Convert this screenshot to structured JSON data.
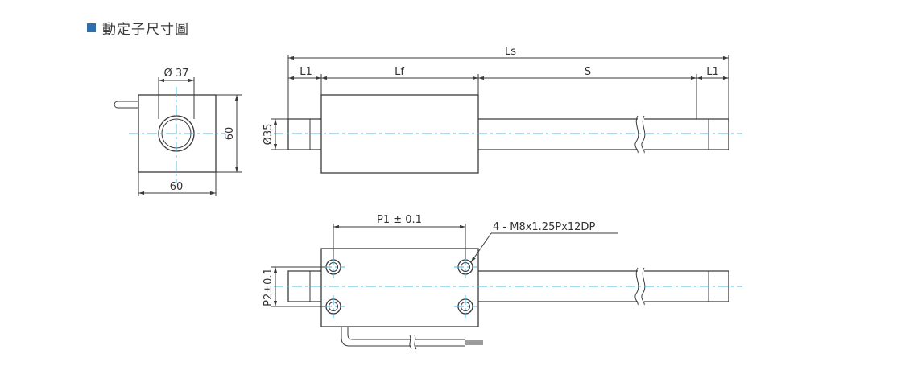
{
  "heading": {
    "title": "動定子尺寸圖",
    "bullet_color": "#2f6fae"
  },
  "colors": {
    "outline": "#3a3a3a",
    "centerline": "#49b8e6"
  },
  "dimensions": {
    "end_view": {
      "diameter": "Ø 37",
      "height": "60",
      "width": "60"
    },
    "side_view": {
      "overall_length": "Ls",
      "end_length_left": "L1",
      "forcer_length": "Lf",
      "stroke": "S",
      "end_length_right": "L1",
      "rod_diameter": "Ø35"
    },
    "top_view": {
      "hole_pitch_x": "P1 ± 0.1",
      "hole_spec": "4 - M8x1.25Px12DP",
      "hole_pitch_y": "P2±0.1"
    }
  }
}
